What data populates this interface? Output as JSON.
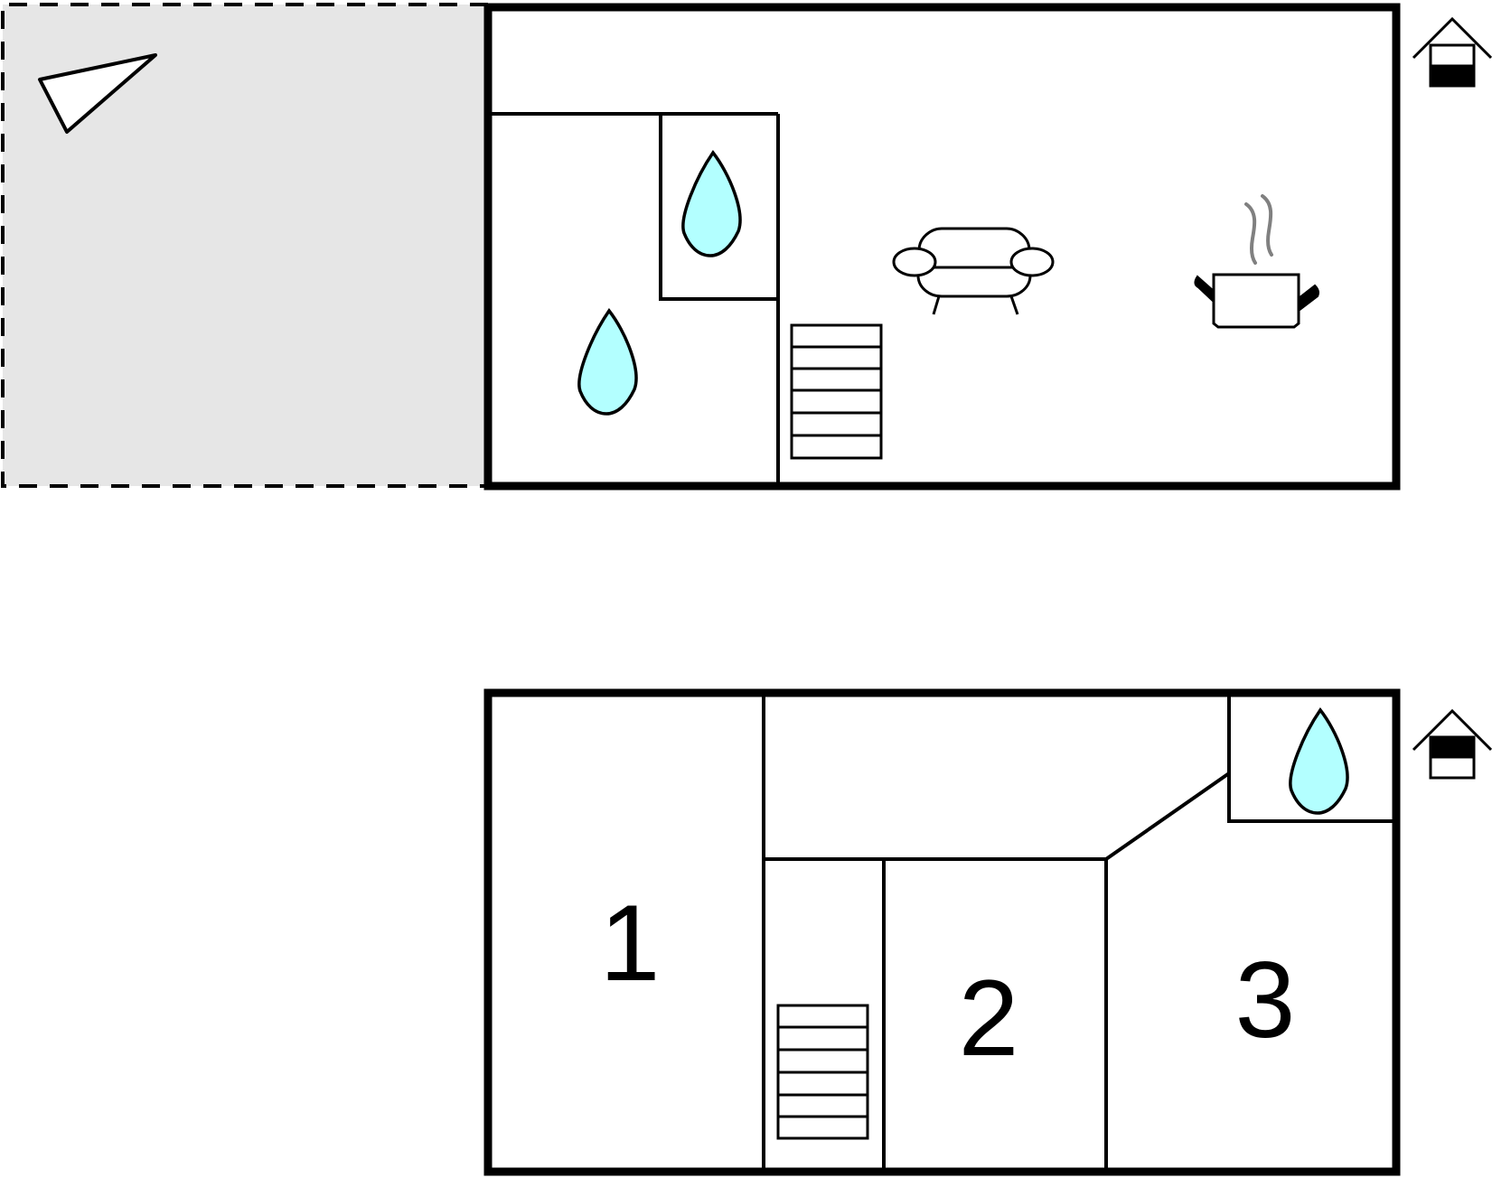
{
  "colors": {
    "wall": "#000000",
    "terrace_fill": "#e6e6e6",
    "water_fill": "#b3ffff",
    "steam": "#808080",
    "background": "#ffffff"
  },
  "ground_floor": {
    "icons": [
      "compass-icon",
      "water-drop-icon",
      "water-drop-icon",
      "stairs-icon",
      "sofa-icon",
      "cooking-pot-icon",
      "house-floor-icon"
    ],
    "floor_indicator": "ground"
  },
  "upper_floor": {
    "rooms": [
      {
        "label": "1"
      },
      {
        "label": "2"
      },
      {
        "label": "3"
      }
    ],
    "icons": [
      "water-drop-icon",
      "stairs-icon",
      "house-floor-icon"
    ],
    "floor_indicator": "upper"
  }
}
